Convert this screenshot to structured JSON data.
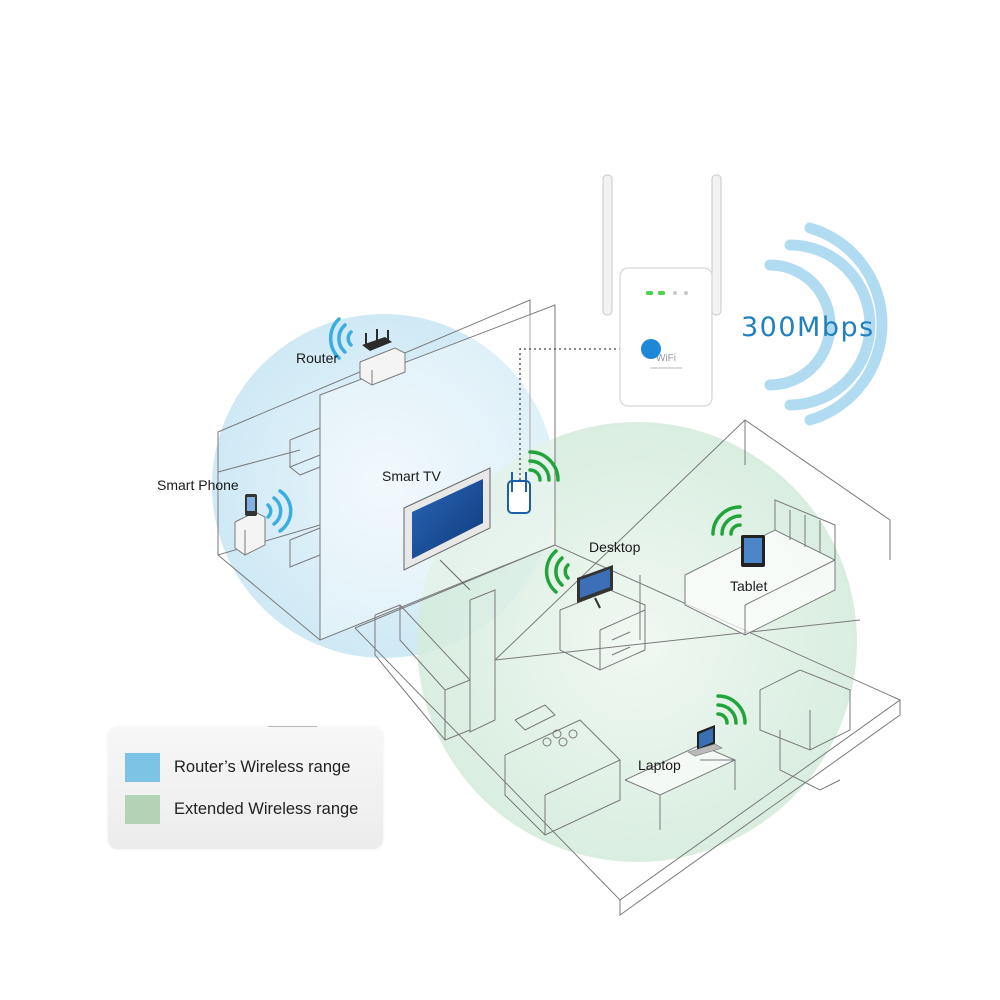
{
  "labels": {
    "router": "Router",
    "smart_phone": "Smart Phone",
    "smart_tv": "Smart TV",
    "desktop": "Desktop",
    "tablet": "Tablet",
    "laptop": "Laptop",
    "speed": "300Mbps"
  },
  "device": {
    "logo_text": "WiFi"
  },
  "legend": {
    "items": [
      {
        "label": "Router’s Wireless range",
        "color": "#7dc3e6"
      },
      {
        "label": "Extended Wireless range",
        "color": "#b3d3b6"
      }
    ]
  },
  "colors": {
    "router_range": "#d4ecf6",
    "extended_range": "#d9ede0",
    "signal_green": "#22a33c",
    "signal_blue": "#3aaee0",
    "wave_blue": "#a8d8ef",
    "connector_dot": "#1e88d8",
    "line": "#777777"
  }
}
